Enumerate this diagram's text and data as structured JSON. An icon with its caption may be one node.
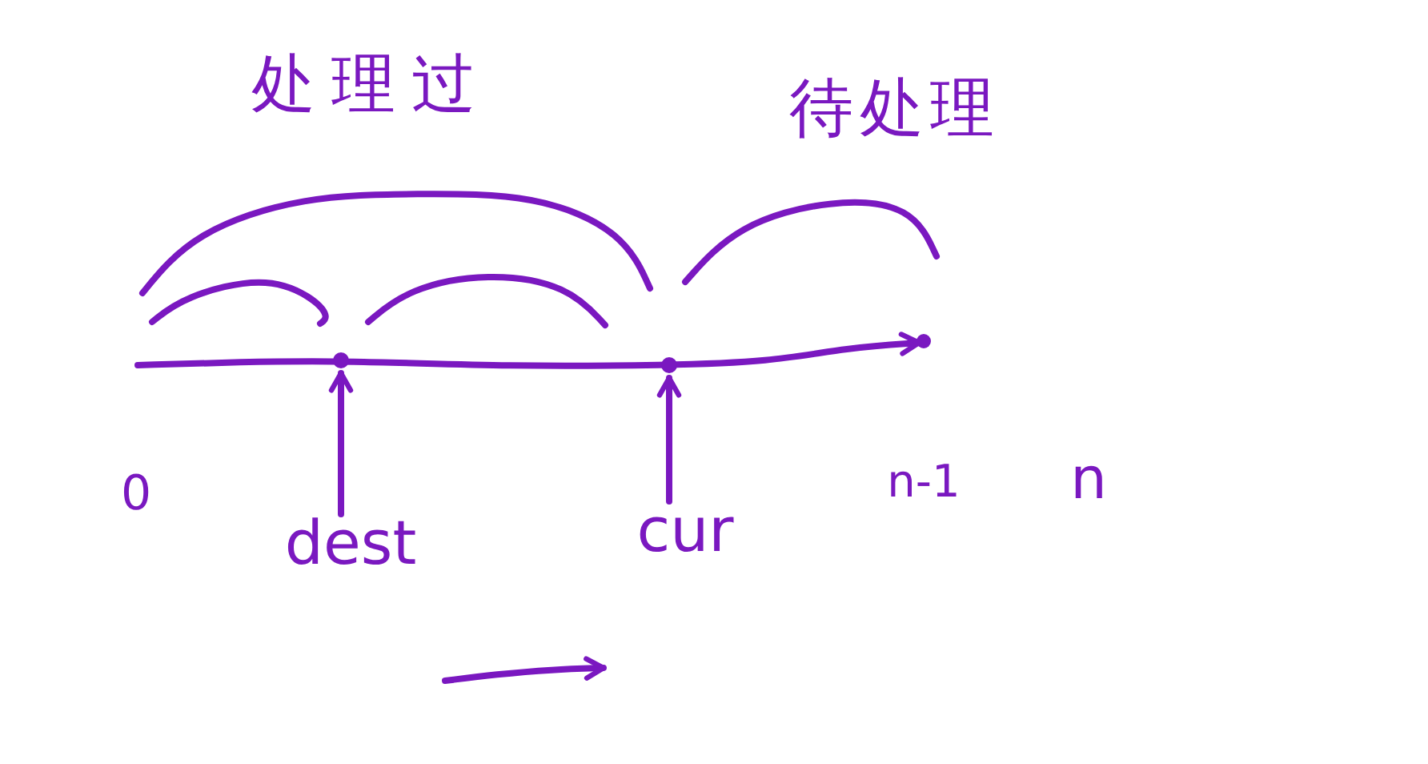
{
  "diagram": {
    "nodes": [
      {
        "text": [],
        "shape": "circle"
      },
      {
        "text": [],
        "shape": "circle"
      },
      {
        "text": [
          "dest"
        ]
      },
      {
        "text": [
          "cur"
        ]
      }
    ],
    "edges": [
      {
        "from": 2,
        "to": 0,
        "arrow": "to"
      },
      {
        "from": 3,
        "to": 1,
        "arrow": "to"
      }
    ],
    "labels": [
      "处理过",
      "待处理",
      "0",
      "n-1",
      "n"
    ]
  }
}
